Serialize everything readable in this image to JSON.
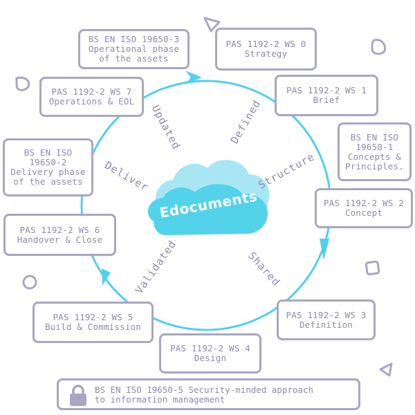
{
  "colors": {
    "cycle_ring": "#4fd0ef",
    "cloud_back": "#a9e6f4",
    "cloud_front": "#53d3ea",
    "box_border": "#a8a6c2",
    "text": "#8d8aa8"
  },
  "center": {
    "title": "Edocuments"
  },
  "stages": {
    "ws0": {
      "line1": "PAS 1192-2 WS 0",
      "line2": "Strategy"
    },
    "ws1": {
      "line1": "PAS 1192-2 WS 1",
      "line2": "Brief"
    },
    "iso1": {
      "line1": "BS EN ISO",
      "line2": "19650-1",
      "line3": "Concepts &",
      "line4": "Principles."
    },
    "ws2": {
      "line1": "PAS 1192-2 WS 2",
      "line2": "Concept"
    },
    "ws3": {
      "line1": "PAS 1192-2 WS 3",
      "line2": "Definition"
    },
    "ws4": {
      "line1": "PAS 1192-2 WS 4",
      "line2": "Design"
    },
    "ws5": {
      "line1": "PAS 1192-2 WS 5",
      "line2": "Build & Commission"
    },
    "ws6": {
      "line1": "PAS 1192-2 WS 6",
      "line2": "Handover & Close"
    },
    "iso2": {
      "line1": "BS EN ISO",
      "line2": "19650-2",
      "line3": "Delivery phase",
      "line4": "of the assets"
    },
    "ws7": {
      "line1": "PAS 1192-2 WS 7",
      "line2": "Operations & EOL"
    },
    "iso3": {
      "line1": "BS EN ISO 19650-3",
      "line2": "Operational phase",
      "line3": "of the assets"
    }
  },
  "arc_labels": {
    "defined": "Defined",
    "structure": "Structure",
    "shared": "Shared",
    "validated": "Validated",
    "deliver": "Deliver",
    "updated": "Updated"
  },
  "security": {
    "icon": "lock-icon",
    "line1": "BS EN ISO 19650-5  Security-minded approach",
    "line2": "to information management"
  }
}
